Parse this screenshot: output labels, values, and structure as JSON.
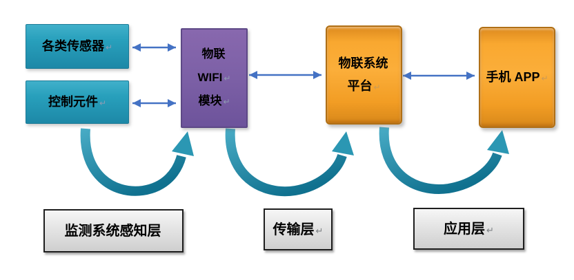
{
  "diagram": {
    "nodes": {
      "sensors": {
        "label": "各类传感器",
        "mark": "↵"
      },
      "control": {
        "label": "控制元件",
        "mark": "↵"
      },
      "wifi_module": {
        "lines": [
          {
            "text": "物联",
            "mark": ""
          },
          {
            "text": "WIFI",
            "mark": "↵"
          },
          {
            "text": "模块",
            "mark": "↵"
          }
        ]
      },
      "platform": {
        "lines": [
          {
            "text": "物联系统",
            "mark": ""
          },
          {
            "text": "平台",
            "mark": "↵"
          }
        ]
      },
      "app": {
        "label": "手机 APP",
        "mark": "↵"
      }
    },
    "layers": {
      "perception": {
        "label": "监测系统感知层",
        "mark": ""
      },
      "transport": {
        "label": "传输层",
        "mark": "↵"
      },
      "application": {
        "label": "应用层",
        "mark": "↵"
      }
    },
    "colors": {
      "teal_box": "#28A0BC",
      "purple_box": "#7C60A6",
      "orange_box": "#F7A42D",
      "connector_blue": "#4472C4",
      "flow_arrow_teal": "#2389A8",
      "layer_box_bg": "#E4E4E4",
      "layer_box_border": "#1E1E1E"
    }
  }
}
